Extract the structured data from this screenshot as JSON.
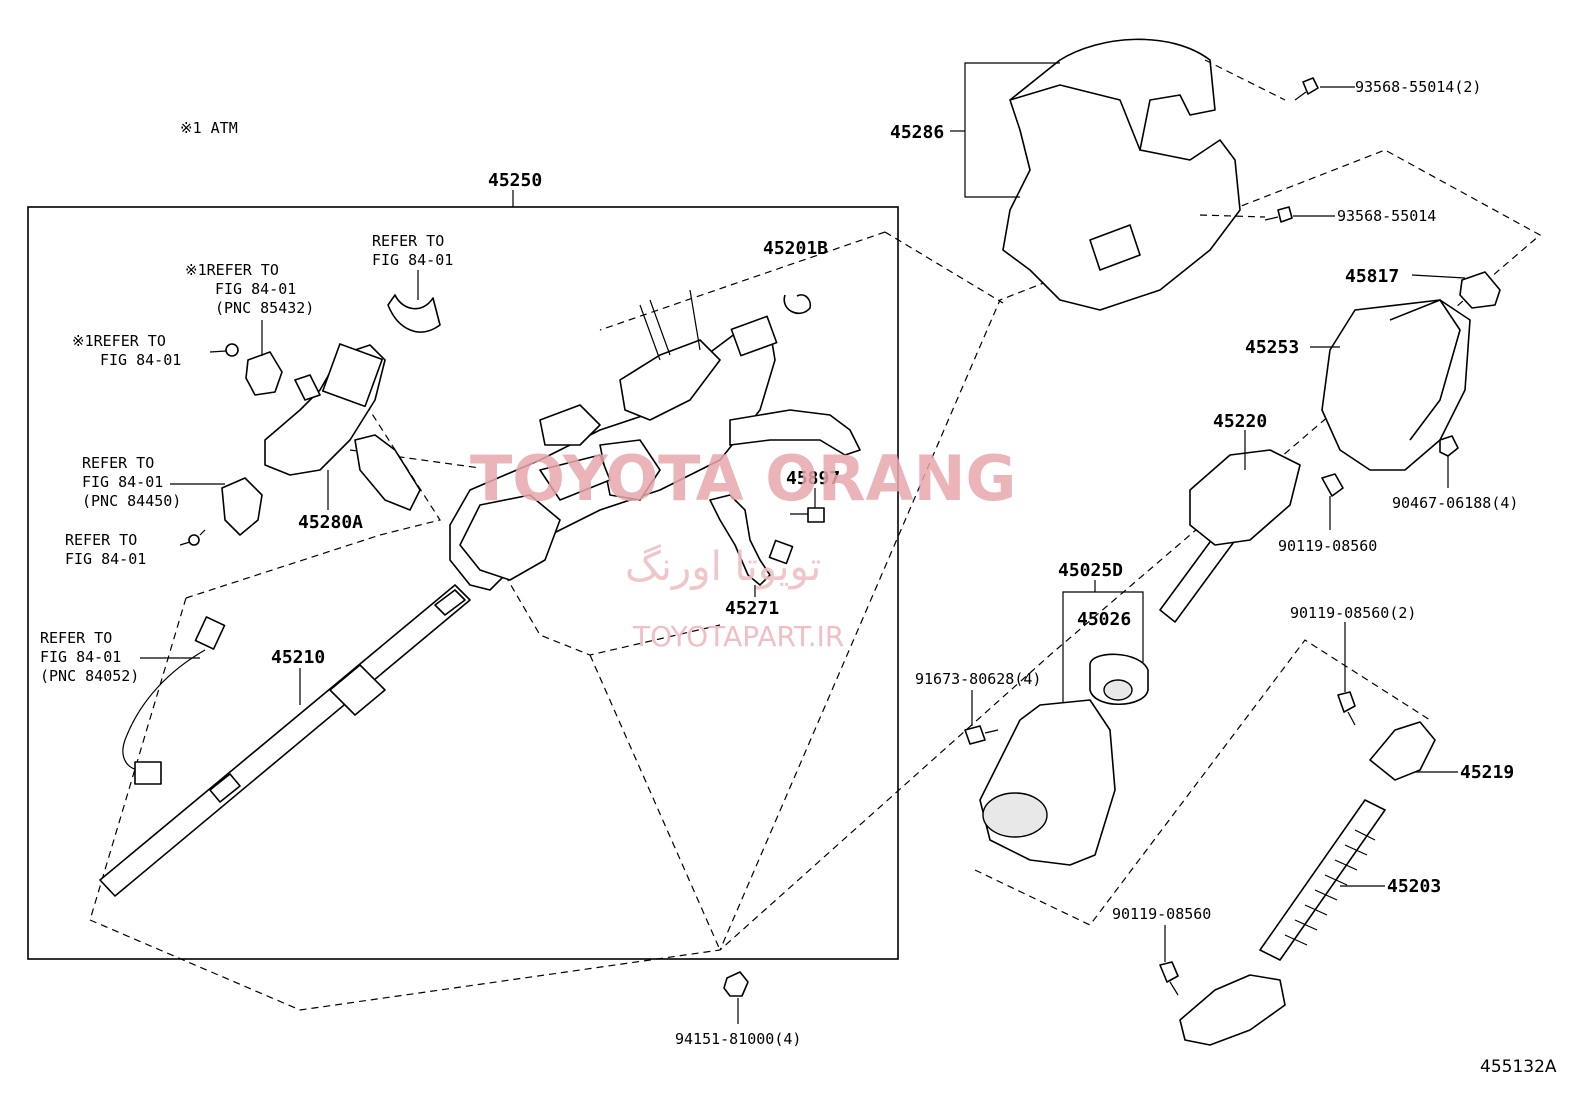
{
  "note": "※1 ATM",
  "figure_code": "455132A",
  "watermark": {
    "brand": "TOYOTA ORANG",
    "persian": "تویوتا اورنگ",
    "url": "TOYOTAPART.IR"
  },
  "labels": {
    "p45250": "45250",
    "p45201B": "45201B",
    "p45280A": "45280A",
    "p45897": "45897",
    "p45271": "45271",
    "p45210": "45210",
    "p45286": "45286",
    "p45817": "45817",
    "p45253": "45253",
    "p45220": "45220",
    "p45025D": "45025D",
    "p45026": "45026",
    "p45219": "45219",
    "p45203": "45203",
    "b93568_55014_2": "93568-55014(2)",
    "b93568_55014": "93568-55014",
    "b90467_06188_4": "90467-06188(4)",
    "b90119_08560_a": "90119-08560",
    "b90119_08560_2": "90119-08560(2)",
    "b91673_80628_4": "91673-80628(4)",
    "b90119_08560_b": "90119-08560",
    "b94151_81000_4": "94151-81000(4)"
  },
  "refs": {
    "r1": [
      "REFER TO",
      "FIG 84-01"
    ],
    "r2": [
      "※1REFER TO",
      "FIG 84-01",
      "(PNC 85432)"
    ],
    "r3": [
      "※1REFER TO",
      "FIG 84-01"
    ],
    "r4": [
      "REFER TO",
      "FIG 84-01",
      "(PNC 84450)"
    ],
    "r5": [
      "REFER TO",
      "FIG 84-01"
    ],
    "r6": [
      "REFER TO",
      "FIG 84-01",
      "(PNC 84052)"
    ]
  }
}
